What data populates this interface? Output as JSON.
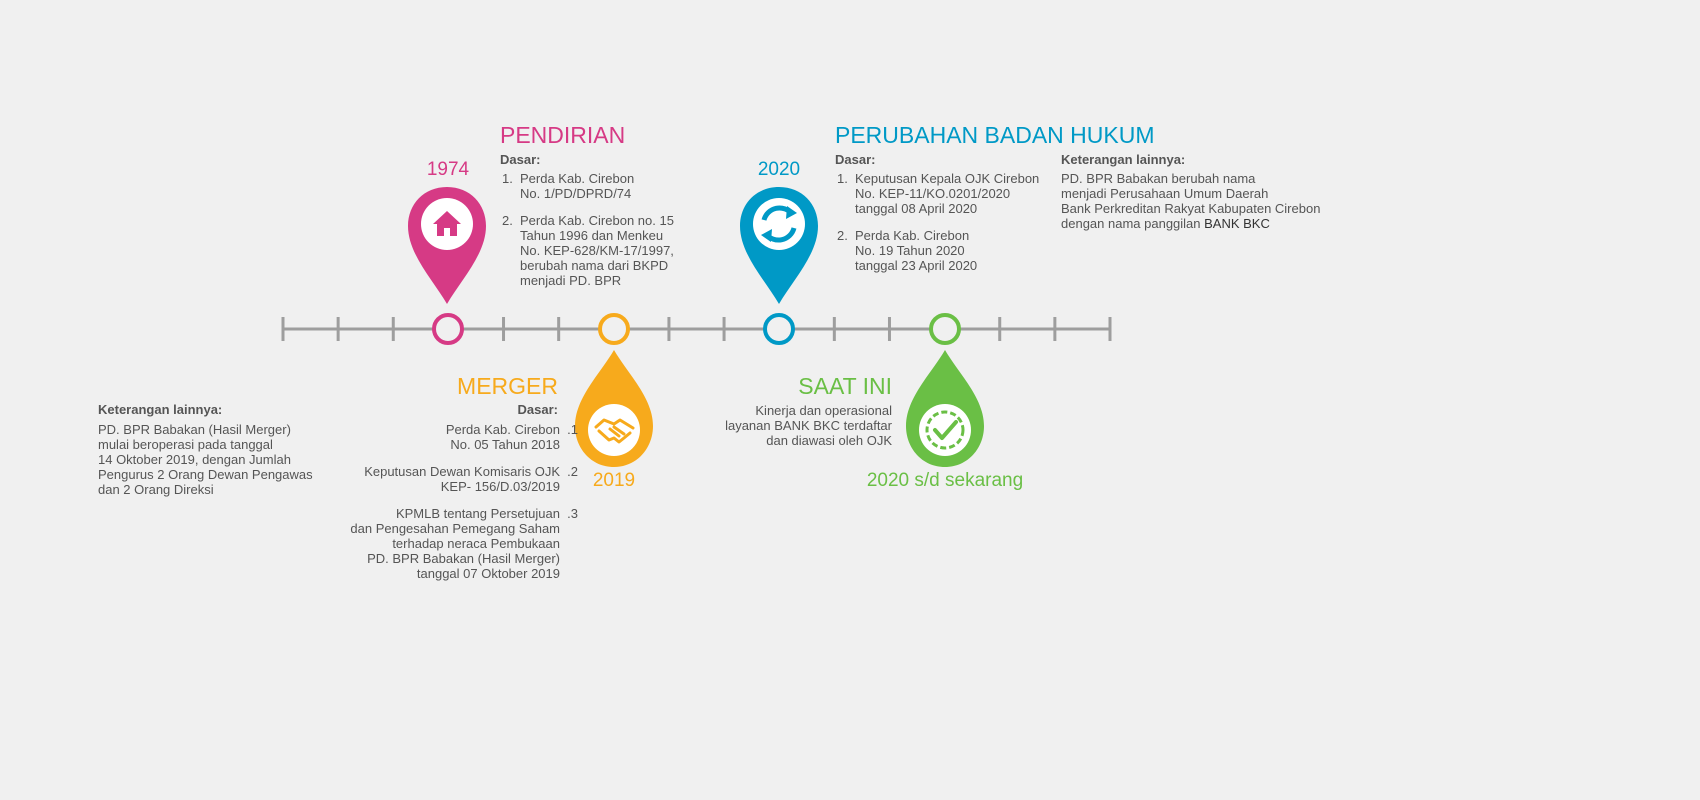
{
  "colors": {
    "pink": "#d63a85",
    "orange": "#f7aa1c",
    "blue": "#0099c6",
    "green": "#6abf45",
    "axis": "#9e9e9e"
  },
  "pendirian": {
    "title": "PENDIRIAN",
    "year": "1974",
    "icon": "house-icon",
    "dasar_label": "Dasar:",
    "items": [
      {
        "num": "1.",
        "lines": [
          "Perda Kab. Cirebon",
          "No. 1/PD/DPRD/74"
        ]
      },
      {
        "num": "2.",
        "lines": [
          "Perda Kab. Cirebon no. 15",
          "Tahun 1996 dan Menkeu",
          "No. KEP-628/KM-17/1997,",
          "berubah nama dari BKPD",
          "menjadi PD. BPR"
        ]
      }
    ]
  },
  "perubahan": {
    "title": "PERUBAHAN BADAN HUKUM",
    "year": "2020",
    "icon": "refresh-icon",
    "dasar_label": "Dasar:",
    "items": [
      {
        "num": "1.",
        "lines": [
          "Keputusan Kepala OJK Cirebon",
          "No. KEP-11/KO.0201/2020",
          "tanggal 08 April 2020"
        ]
      },
      {
        "num": "2.",
        "lines": [
          "Perda Kab. Cirebon",
          "No. 19 Tahun 2020",
          "tanggal 23 April 2020"
        ]
      }
    ],
    "keterangan_label": "Keterangan lainnya:",
    "keterangan_lines": [
      "PD. BPR Babakan berubah nama",
      "menjadi Perusahaan Umum Daerah",
      "Bank Perkreditan Rakyat Kabupaten Cirebon"
    ],
    "keterangan_last_prefix": "dengan nama panggilan ",
    "keterangan_last_bold": "BANK BKC"
  },
  "merger": {
    "title": "MERGER",
    "year": "2019",
    "icon": "handshake-icon",
    "dasar_label": "Dasar:",
    "items": [
      {
        "num": ".1",
        "lines": [
          "Perda Kab. Cirebon",
          "No. 05 Tahun 2018"
        ]
      },
      {
        "num": ".2",
        "lines": [
          "Keputusan Dewan Komisaris OJK",
          "KEP- 156/D.03/2019"
        ]
      },
      {
        "num": ".3",
        "lines": [
          "KPMLB tentang Persetujuan",
          "dan Pengesahan Pemegang Saham",
          "terhadap neraca Pembukaan",
          "PD. BPR Babakan (Hasil Merger)",
          "tanggal 07 Oktober 2019"
        ]
      }
    ],
    "keterangan_label": "Keterangan lainnya:",
    "keterangan_lines": [
      "PD. BPR Babakan (Hasil Merger)",
      "mulai beroperasi pada tanggal",
      "14 Oktober 2019, dengan Jumlah",
      "Pengurus 2 Orang Dewan Pengawas",
      "dan 2 Orang Direksi"
    ]
  },
  "saat_ini": {
    "title": "SAAT INI",
    "year": "2020 s/d sekarang",
    "icon": "check-badge-icon",
    "lines": [
      "Kinerja dan operasional",
      "layanan BANK BKC terdaftar",
      "dan diawasi oleh OJK"
    ]
  }
}
